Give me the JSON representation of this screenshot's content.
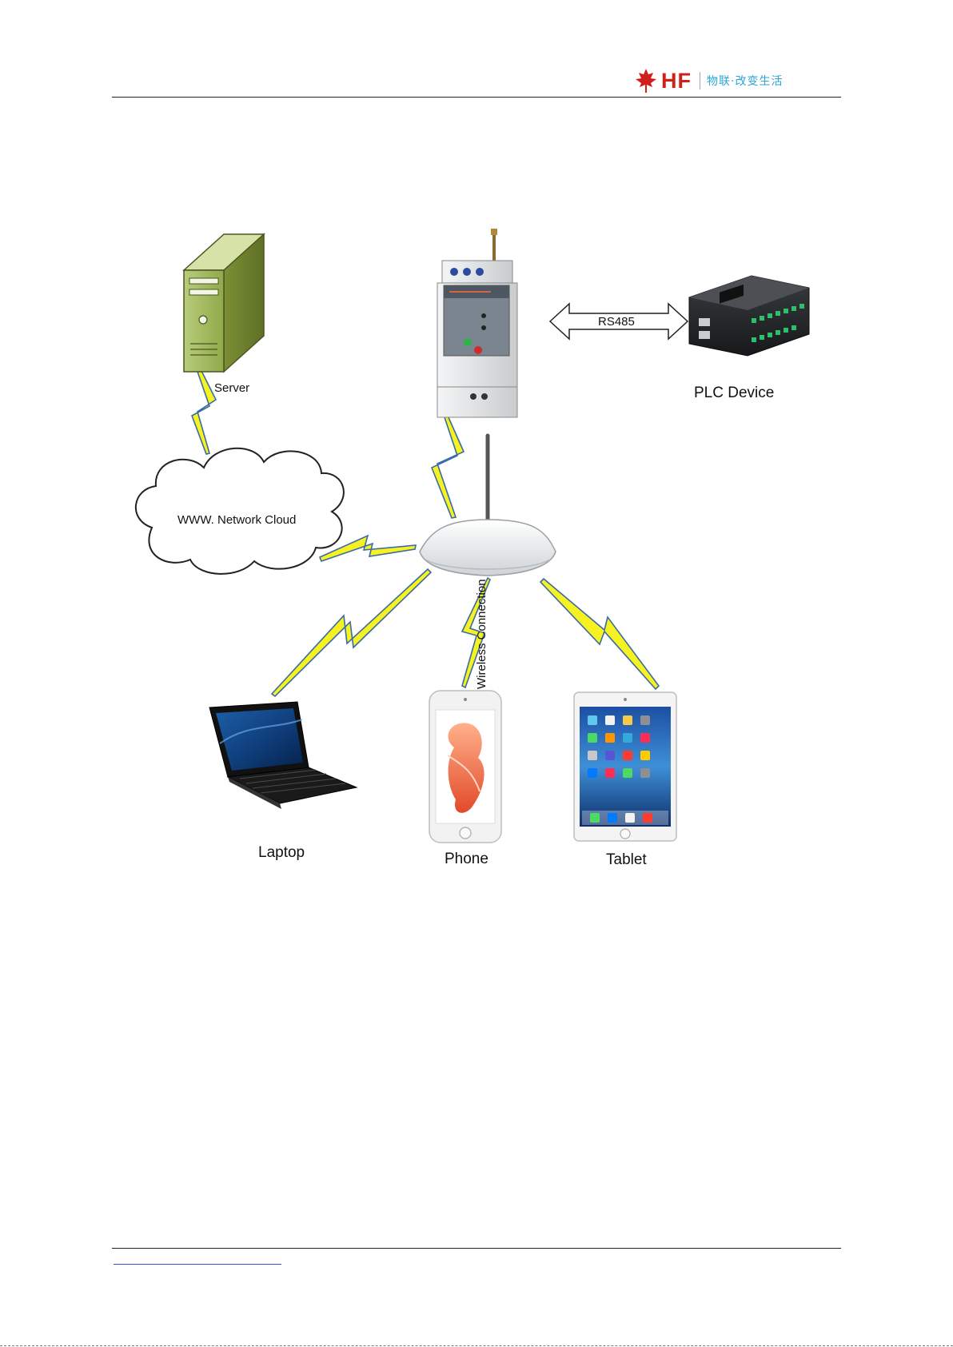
{
  "header": {
    "logo_text": "HF",
    "slogan": "物联·改变生活"
  },
  "diagram": {
    "nodes": {
      "server": "Server",
      "cloud": "WWW. Network Cloud",
      "plc": "PLC Device",
      "laptop": "Laptop",
      "phone": "Phone",
      "tablet": "Tablet"
    },
    "links": {
      "serial": "RS485",
      "wireless": "Wireless Connection"
    }
  },
  "colors": {
    "lightning_fill": "#f6f221",
    "lightning_stroke": "#3a6aa8",
    "brand_red": "#d0201c",
    "brand_blue": "#2aa6d6"
  }
}
